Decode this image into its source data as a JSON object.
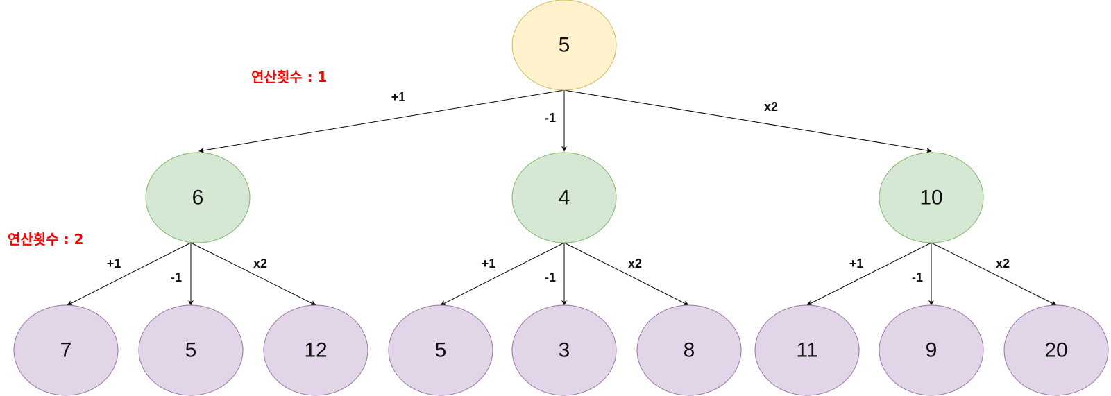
{
  "colors": {
    "root_fill": "#fff2cc",
    "root_stroke": "#d6b656",
    "level1_fill": "#d5e8d4",
    "level1_stroke": "#82b366",
    "level2_fill": "#e1d5e7",
    "level2_stroke": "#9673a6",
    "edge": "#000000",
    "level_label": "#ff0000"
  },
  "level_labels": [
    "연산횟수 : 1",
    "연산횟수 : 2"
  ],
  "nodes": {
    "root": "5",
    "level1": [
      "6",
      "4",
      "10"
    ],
    "level2": [
      "7",
      "5",
      "12",
      "5",
      "3",
      "8",
      "11",
      "9",
      "20"
    ]
  },
  "edge_labels": {
    "level1": [
      "+1",
      "-1",
      "x2"
    ],
    "level2": [
      "+1",
      "-1",
      "x2",
      "+1",
      "-1",
      "x2",
      "+1",
      "-1",
      "x2"
    ]
  }
}
